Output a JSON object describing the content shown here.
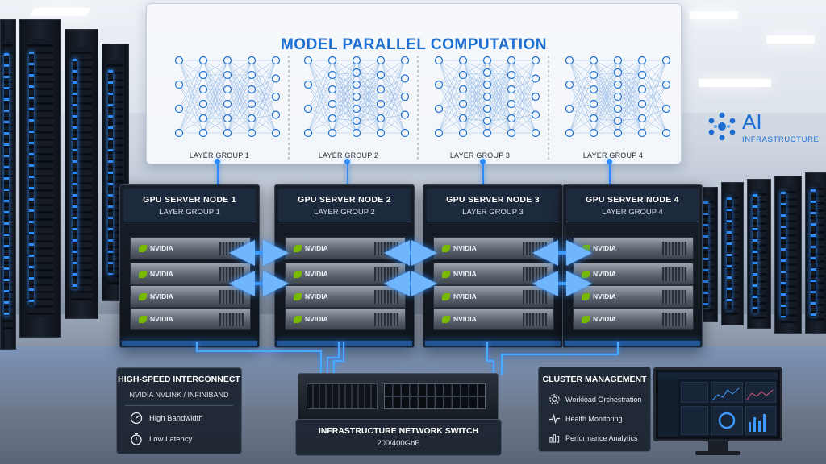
{
  "top_panel": {
    "title": "MODEL PARALLEL COMPUTATION",
    "layer_groups": [
      "LAYER GROUP 1",
      "LAYER GROUP 2",
      "LAYER GROUP 3",
      "LAYER GROUP 4"
    ]
  },
  "logo": {
    "icon": "network-nodes-icon",
    "text": "AI",
    "subtitle": "INFRASTRUCTURE"
  },
  "nodes": [
    {
      "title": "GPU SERVER NODE 1",
      "subtitle": "LAYER GROUP 1",
      "gpu_label": "NVIDIA"
    },
    {
      "title": "GPU SERVER NODE 2",
      "subtitle": "LAYER GROUP 2",
      "gpu_label": "NVIDIA"
    },
    {
      "title": "GPU SERVER NODE 3",
      "subtitle": "LAYER GROUP 3",
      "gpu_label": "NVIDIA"
    },
    {
      "title": "GPU SERVER NODE 4",
      "subtitle": "LAYER GROUP 4",
      "gpu_label": "NVIDIA"
    }
  ],
  "interconnect": {
    "title": "HIGH-SPEED INTERCONNECT",
    "subtitle": "NVIDIA NVLINK / INFINIBAND",
    "features": [
      {
        "icon": "speedometer-icon",
        "label": "High Bandwidth"
      },
      {
        "icon": "stopwatch-icon",
        "label": "Low Latency"
      }
    ]
  },
  "switch": {
    "title": "INFRASTRUCTURE NETWORK SWITCH",
    "subtitle": "200/400GbE"
  },
  "cluster": {
    "title": "CLUSTER MANAGEMENT",
    "features": [
      {
        "icon": "gear-icon",
        "label": "Workload Orchestration"
      },
      {
        "icon": "heartbeat-icon",
        "label": "Health Monitoring"
      },
      {
        "icon": "bar-chart-icon",
        "label": "Performance Analytics"
      }
    ]
  },
  "colors": {
    "accent": "#1c6fd1",
    "glow": "#2f8cff",
    "panel_dark": "#1c2430"
  }
}
